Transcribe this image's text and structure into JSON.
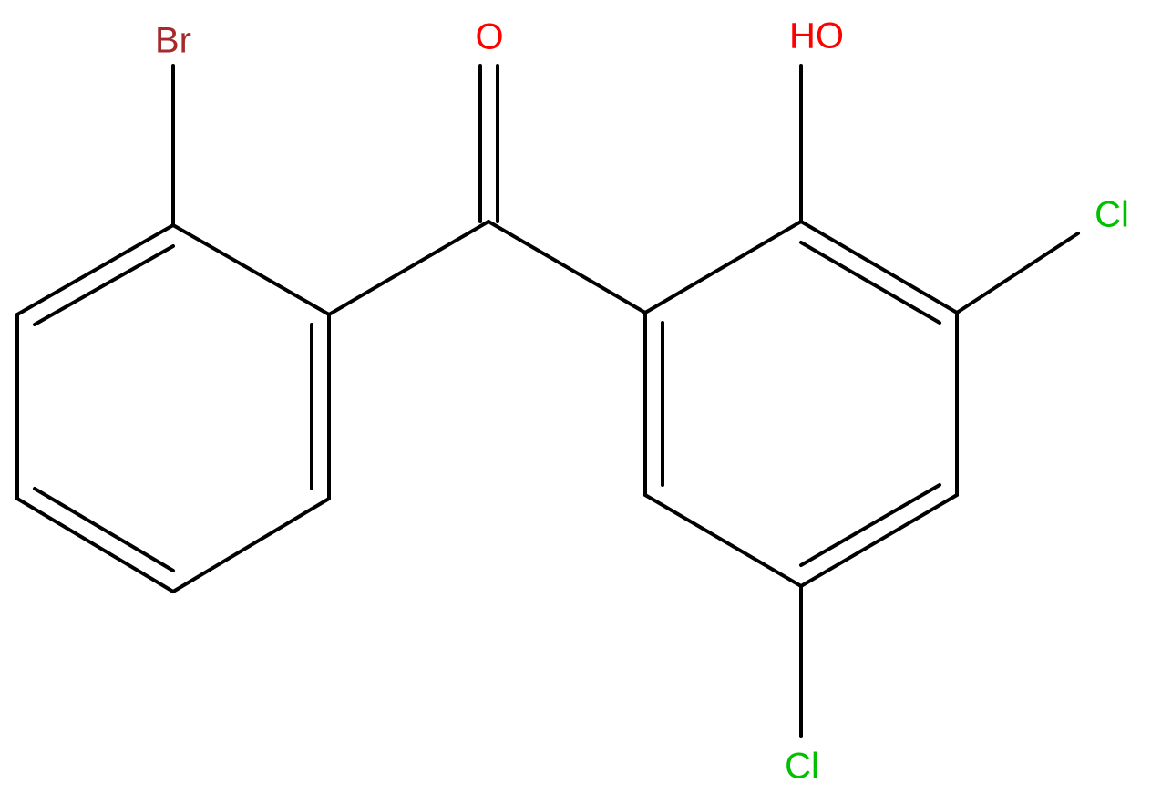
{
  "molecule": {
    "atoms": {
      "bromine": {
        "text": "Br",
        "color": "#a52a2a"
      },
      "carbonyl_oxygen": {
        "text": "O",
        "color": "#ff0000"
      },
      "hydroxyl": {
        "text": "HO",
        "color": "#ff0000"
      },
      "chlorine_3": {
        "text": "Cl",
        "color": "#00c000"
      },
      "chlorine_5": {
        "text": "Cl",
        "color": "#00c000"
      }
    },
    "bond_color": "#000000",
    "background": "#ffffff"
  }
}
